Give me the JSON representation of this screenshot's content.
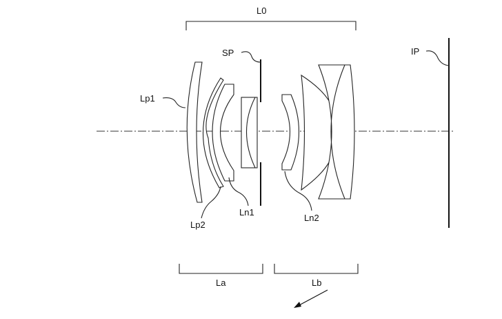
{
  "labels": {
    "group_all": "L0",
    "stop": "SP",
    "image_plane": "IP",
    "lens_p1": "Lp1",
    "lens_p2": "Lp2",
    "lens_n1": "Ln1",
    "lens_n2": "Ln2",
    "group_a": "La",
    "group_b": "Lb"
  }
}
